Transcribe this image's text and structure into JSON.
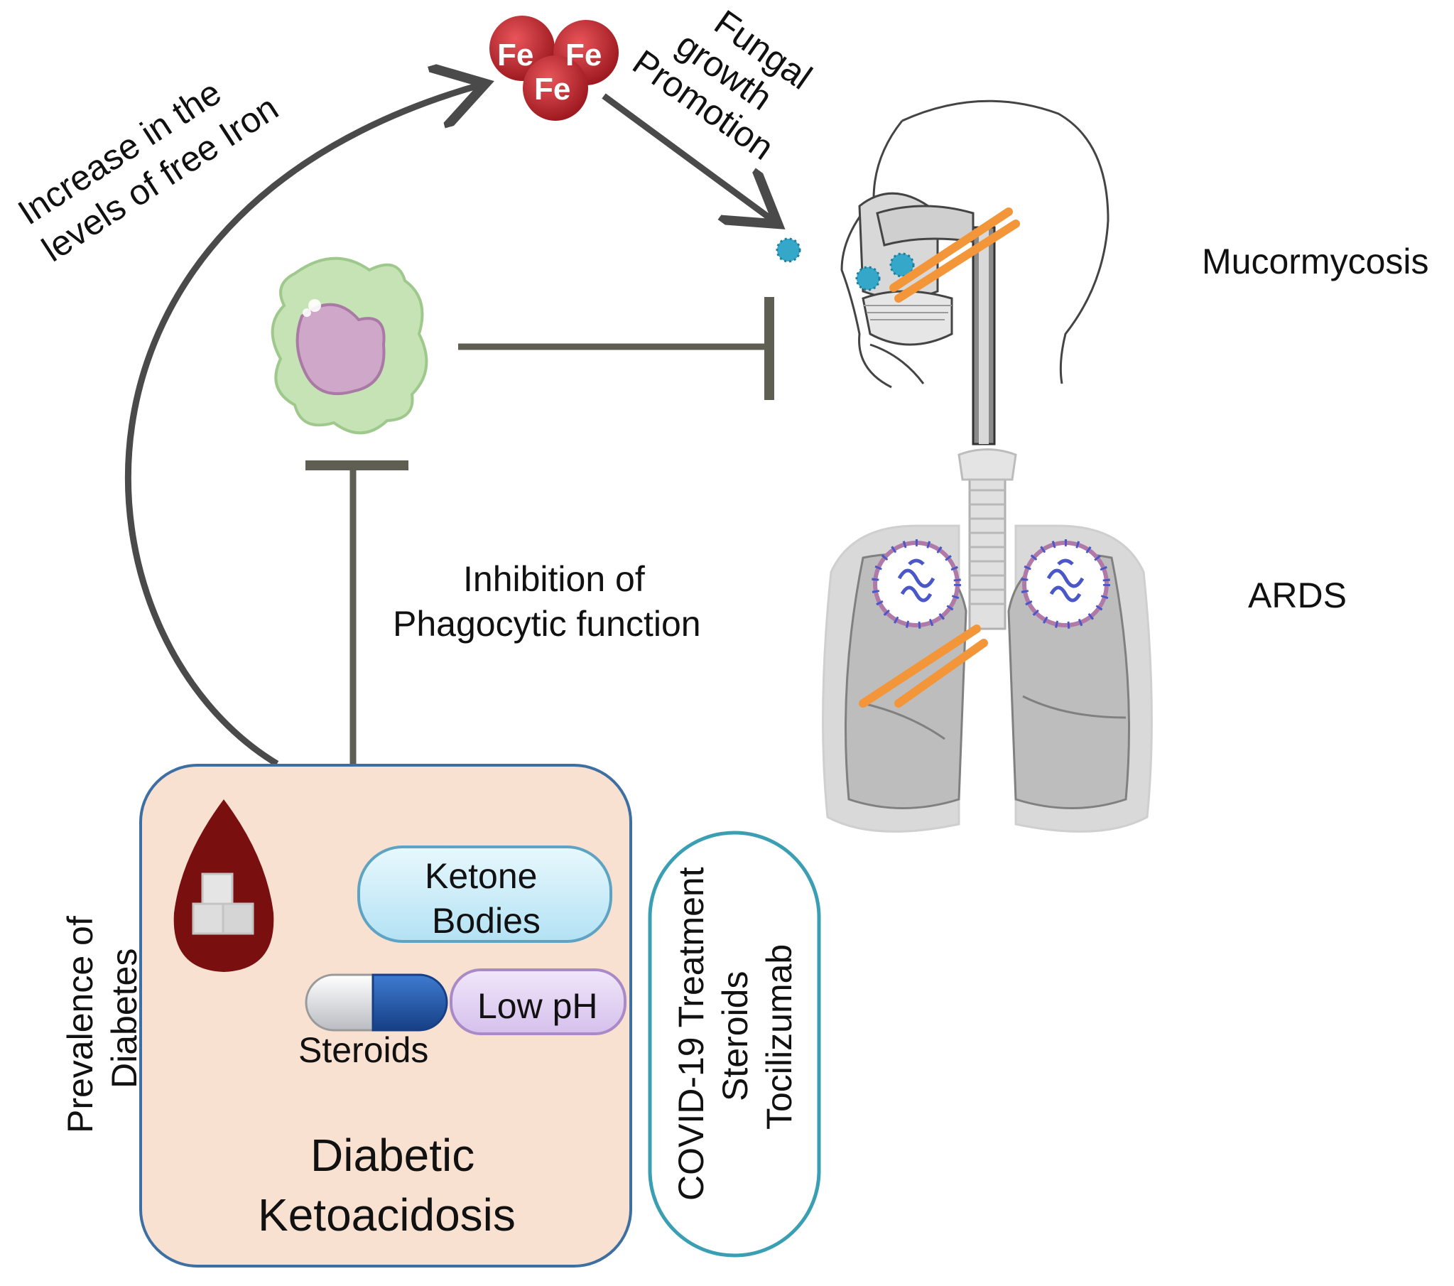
{
  "labels": {
    "increase_line1": "Increase in the",
    "increase_line2": "levels of free Iron",
    "fungal_line1": "Fungal",
    "fungal_line2": "growth",
    "fungal_line3": "Promotion",
    "iron_symbol": "Fe",
    "mucormycosis": "Mucormycosis",
    "ards": "ARDS",
    "inhibition_line1": "Inhibition of",
    "inhibition_line2": "Phagocytic function",
    "prevalence_line1": "Prevalence of",
    "prevalence_line2": "Diabetes",
    "ketone_line1": "Ketone",
    "ketone_line2": "Bodies",
    "low_ph": "Low pH",
    "steroids": "Steroids",
    "dka_line1": "Diabetic",
    "dka_line2": "Ketoacidosis",
    "covid_line1": "COVID-19 Treatment",
    "covid_line2": "Steroids",
    "covid_line3": "Tocilizumab"
  },
  "colors": {
    "arrow": "#4a4a4a",
    "inhibitor": "#5f5e52",
    "iron": "#c0262c",
    "dka_box": "#f9e1d1",
    "dka_border": "#3d6fa3",
    "ketone": "#c7ecf8",
    "low_ph": "#e3d4f2",
    "covid_border": "#3b9fb3",
    "blood_drop": "#7a0f0f",
    "pill_blue": "#1f56a8",
    "fungus": "#35a7c9",
    "virus": "#4a57c9",
    "macrophage": "#c5e3b5",
    "nucleus": "#cfa7c9",
    "lungs": "#c8c8c8",
    "orange_mark": "#f3963a"
  }
}
